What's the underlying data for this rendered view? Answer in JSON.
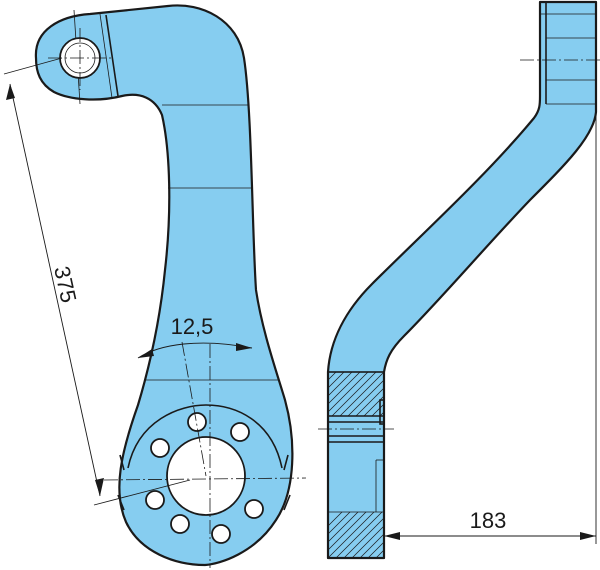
{
  "dimensions": {
    "length_375": "375",
    "angle_12_5": "12,5",
    "offset_183": "183"
  },
  "colors": {
    "part_fill": "#86cdf0",
    "outline": "#1a1a1a",
    "background": "#ffffff"
  }
}
